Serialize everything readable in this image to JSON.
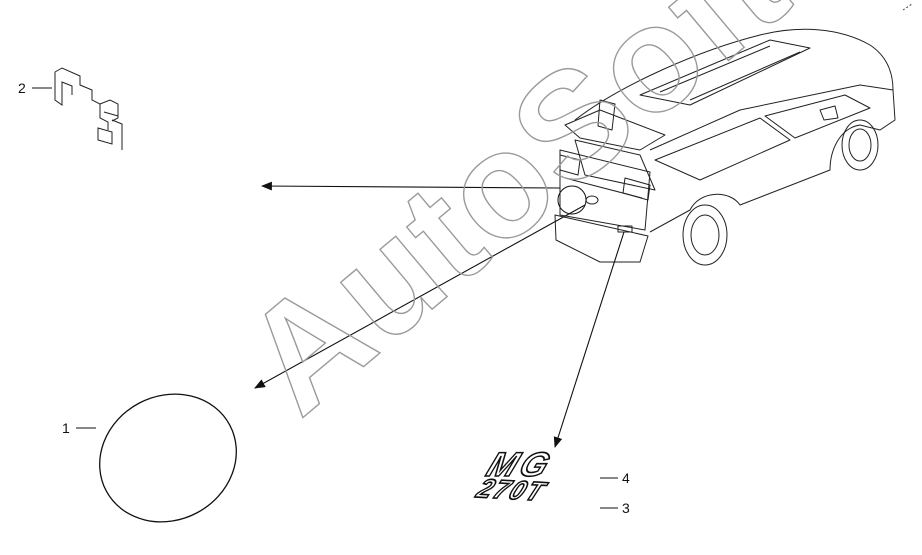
{
  "watermark": "AutoSoft",
  "callouts": {
    "c1": "1",
    "c2": "2",
    "c3": "3",
    "c4": "4"
  },
  "badge": {
    "model": "MG",
    "engine": "270T"
  },
  "colors": {
    "line": "#111111",
    "watermark": "#9a9a9a",
    "background": "#ffffff"
  }
}
